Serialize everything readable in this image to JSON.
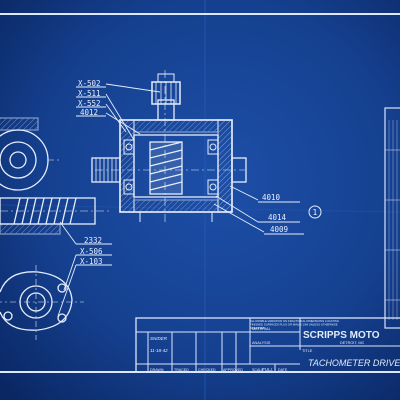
{
  "callouts_upper": [
    "X-502",
    "X-511",
    "X-552",
    "4012"
  ],
  "callouts_right": [
    "4010",
    "4014",
    "4009"
  ],
  "callouts_lower": [
    "2332",
    "X-506",
    "X-103"
  ],
  "circled_mark": "1",
  "title_block": {
    "company": "SCRIPPS MOTO",
    "company_city": "DETROIT, MC",
    "drawing_title": "TACHOMETER DRIVE A",
    "note_line1": "ALLOWABLE VARIATION ON FRACTIONAL DIMENSIONS LOCATING",
    "note_line2": "FINISHED SURFACES PLUS OR MINUS 1/64 UNLESS OTHERWISE",
    "note_line3": "SPECIFIED",
    "label_material": "MATERIAL",
    "label_analysis": "ANALYSIS",
    "label_title": "TITLE",
    "label_drawn": "DRAWN",
    "label_traced": "TRACED",
    "label_checked": "CHECKED",
    "label_approved": "APPROVED",
    "label_scale": "SCALE",
    "scale_value": "FULL",
    "label_date": "DATE",
    "signature": "SNIDER",
    "date_written": "11-18-42"
  },
  "colors": {
    "paper": "#0d2f6e",
    "paper_light": "#1a48a0",
    "ink": "#e6edfb",
    "ink_dim": "#9fb6e6"
  }
}
